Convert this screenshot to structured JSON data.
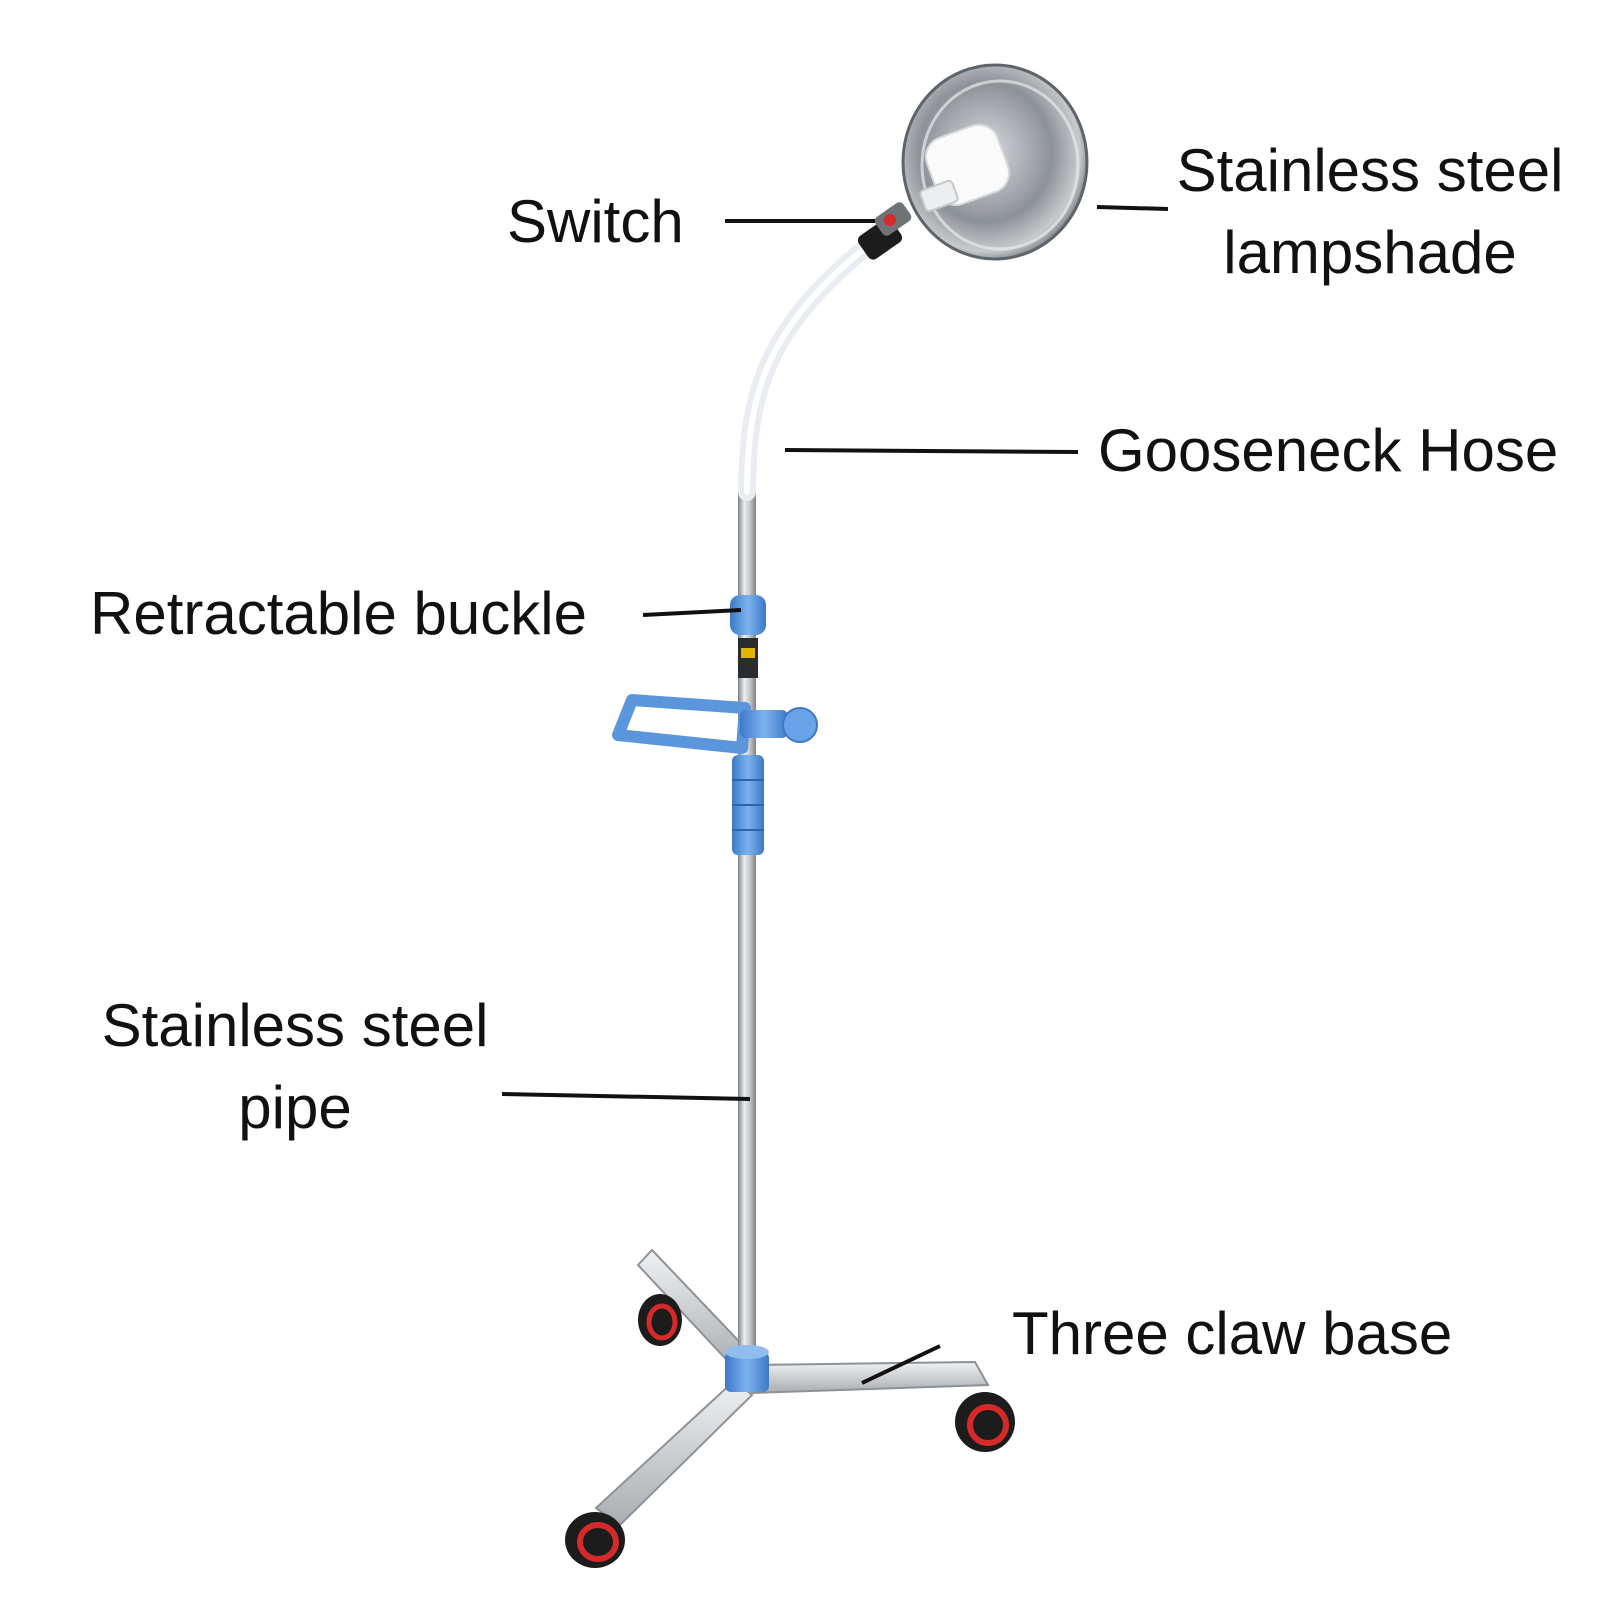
{
  "labels": {
    "switch": "Switch",
    "lampshade": [
      "Stainless steel",
      "lampshade"
    ],
    "gooseneck": "Gooseneck Hose",
    "buckle": "Retractable buckle",
    "pipe": [
      "Stainless steel",
      "pipe"
    ],
    "base": "Three claw base"
  },
  "colors": {
    "text": "#111111",
    "leader_line": "#111111",
    "steel_light": "#e4e6e8",
    "steel_mid": "#b3b7bb",
    "steel_dark": "#7c8186",
    "accent_blue": "#6aa3e8",
    "accent_blue_dark": "#3c79c7",
    "hose_white": "#f4f6f8",
    "bulb_white": "#fafafa",
    "wheel_black": "#1c1c1c",
    "wheel_red": "#d62a2a"
  }
}
